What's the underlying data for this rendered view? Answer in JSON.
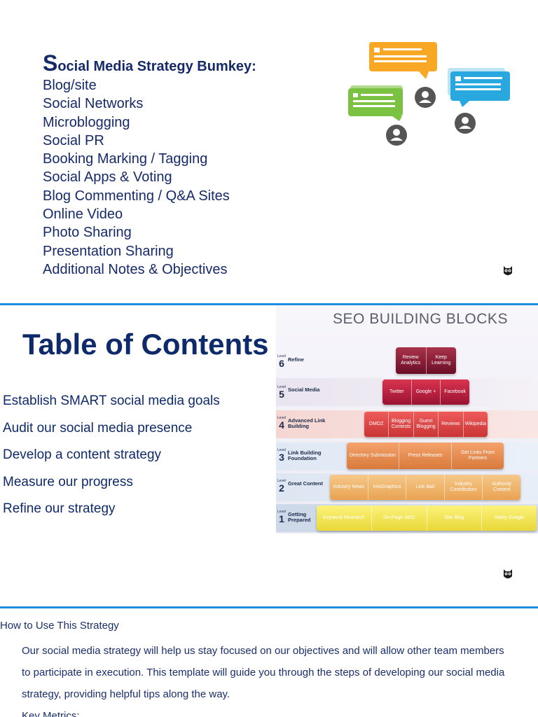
{
  "slide1": {
    "title_first_letter": "S",
    "title_rest": "ocial Media Strategy Bumkey:",
    "items": [
      "Blog/site",
      "Social Networks",
      "Microblogging",
      "Social PR",
      "Booking Marking / Tagging",
      "Social Apps & Voting",
      "Blog Commenting / Q&A Sites",
      "Online Video",
      "Photo Sharing",
      "Presentation Sharing",
      "Additional Notes & Objectives"
    ]
  },
  "slide2": {
    "title": "Table of Contents",
    "items": [
      "Establish SMART social media goals",
      "Audit our social media presence",
      "Develop a content strategy",
      "Measure our progress",
      "Refine our strategy"
    ],
    "seo": {
      "title": "SEO BUILDING BLOCKS",
      "level_word": "Level",
      "levels": [
        {
          "num": "6",
          "name": "Refine",
          "blocks": [
            "Review Analytics",
            "Keep Learning"
          ]
        },
        {
          "num": "5",
          "name": "Social Media",
          "blocks": [
            "Twitter",
            "Google +",
            "Facebook"
          ]
        },
        {
          "num": "4",
          "name": "Advanced Link Building",
          "blocks": [
            "DMOZ",
            "Blogging Contests",
            "Guest Blogging",
            "Reviews",
            "Wikipedia"
          ]
        },
        {
          "num": "3",
          "name": "Link Building Foundation",
          "blocks": [
            "Directory Submission",
            "Press Releases",
            "Get Links From Partners"
          ]
        },
        {
          "num": "2",
          "name": "Great Content",
          "blocks": [
            "Industry News",
            "InfoGraphics",
            "Link Bait",
            "Industry Contributors",
            "Authority Content"
          ]
        },
        {
          "num": "1",
          "name": "Getting Prepared",
          "blocks": [
            "Keyword Research",
            "On-Page SEO",
            "Site Blog",
            "Notify Google"
          ]
        }
      ]
    }
  },
  "slide3": {
    "title": "How to Use This Strategy",
    "body": "Our  social media strategy will help us stay focused on our objectives and will allow other team members to participate in execution. This template will guide you through the steps of developing our social media strategy, providing helpful tips along the way.",
    "next_line": "Key Metrics:"
  },
  "colors": {
    "accent_blue": "#1b8ee0",
    "navy_text": "#162a6a",
    "chat_orange": "#f9a825",
    "chat_green": "#7cc242",
    "chat_blue": "#29a8e0",
    "avatar_gray": "#555555"
  },
  "icons": [
    "chat-bubble-icon",
    "user-avatar-icon",
    "owl-logo-icon"
  ]
}
